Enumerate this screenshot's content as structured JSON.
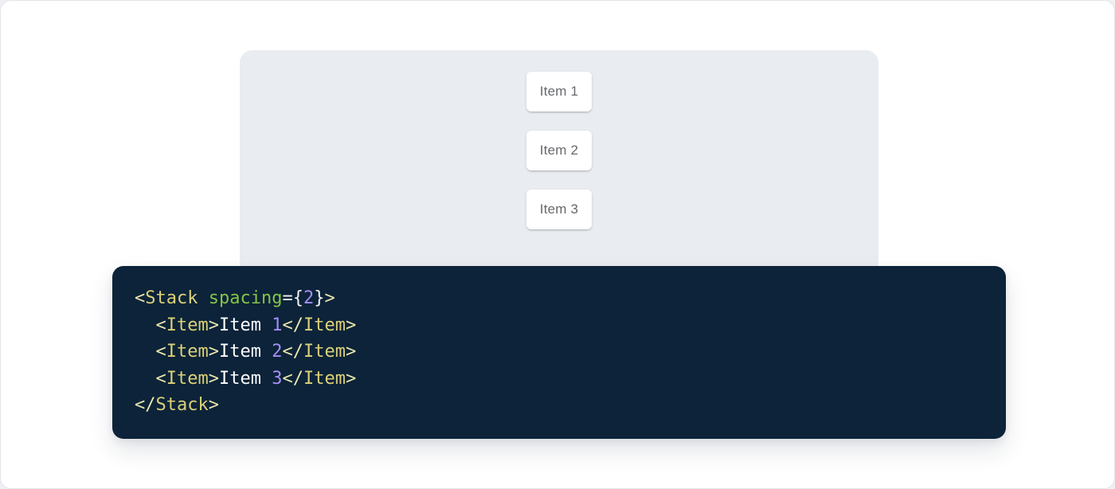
{
  "demo": {
    "items": [
      {
        "label": "Item 1"
      },
      {
        "label": "Item 2"
      },
      {
        "label": "Item 3"
      }
    ]
  },
  "code": {
    "background": "#0c2339",
    "colors": {
      "bracket": "#eae6ae",
      "tag": "#dbd178",
      "attr": "#85c347",
      "punct": "#f2f4f5",
      "number": "#a48ff7",
      "plain": "#fbfdff"
    },
    "lines": [
      [
        {
          "t": "<",
          "c": "bracket"
        },
        {
          "t": "Stack",
          "c": "tag"
        },
        {
          "t": " ",
          "c": "plain"
        },
        {
          "t": "spacing",
          "c": "attr"
        },
        {
          "t": "=",
          "c": "punct"
        },
        {
          "t": "{",
          "c": "punct"
        },
        {
          "t": "2",
          "c": "number"
        },
        {
          "t": "}",
          "c": "punct"
        },
        {
          "t": ">",
          "c": "bracket"
        }
      ],
      [
        {
          "t": "  ",
          "c": "plain"
        },
        {
          "t": "<",
          "c": "bracket"
        },
        {
          "t": "Item",
          "c": "tag"
        },
        {
          "t": ">",
          "c": "bracket"
        },
        {
          "t": "Item ",
          "c": "plain"
        },
        {
          "t": "1",
          "c": "number"
        },
        {
          "t": "</",
          "c": "bracket"
        },
        {
          "t": "Item",
          "c": "tag"
        },
        {
          "t": ">",
          "c": "bracket"
        }
      ],
      [
        {
          "t": "  ",
          "c": "plain"
        },
        {
          "t": "<",
          "c": "bracket"
        },
        {
          "t": "Item",
          "c": "tag"
        },
        {
          "t": ">",
          "c": "bracket"
        },
        {
          "t": "Item ",
          "c": "plain"
        },
        {
          "t": "2",
          "c": "number"
        },
        {
          "t": "</",
          "c": "bracket"
        },
        {
          "t": "Item",
          "c": "tag"
        },
        {
          "t": ">",
          "c": "bracket"
        }
      ],
      [
        {
          "t": "  ",
          "c": "plain"
        },
        {
          "t": "<",
          "c": "bracket"
        },
        {
          "t": "Item",
          "c": "tag"
        },
        {
          "t": ">",
          "c": "bracket"
        },
        {
          "t": "Item ",
          "c": "plain"
        },
        {
          "t": "3",
          "c": "number"
        },
        {
          "t": "</",
          "c": "bracket"
        },
        {
          "t": "Item",
          "c": "tag"
        },
        {
          "t": ">",
          "c": "bracket"
        }
      ],
      [
        {
          "t": "</",
          "c": "bracket"
        },
        {
          "t": "Stack",
          "c": "tag"
        },
        {
          "t": ">",
          "c": "bracket"
        }
      ]
    ]
  },
  "colors": {
    "page_background": "#eef0f3",
    "frame_background": "#ffffff",
    "frame_border": "#e3e6ea",
    "demo_panel_background": "#e9ecf1",
    "card_background": "#ffffff",
    "card_text": "#66686c"
  }
}
